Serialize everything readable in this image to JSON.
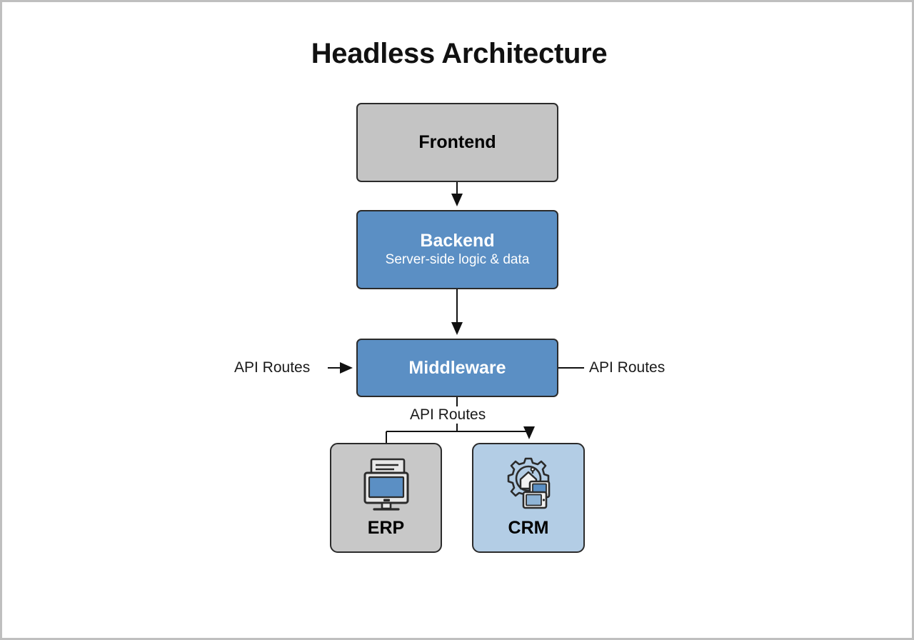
{
  "title": "Headless Architecture",
  "colors": {
    "canvas_border": "#bfbfbf",
    "background": "#ffffff",
    "frontend_fill": "#c4c4c4",
    "backend_fill": "#5b8fc4",
    "middleware_fill": "#5b8fc4",
    "erp_fill": "#c8c8c8",
    "crm_fill": "#b3cde5",
    "node_border": "#2b2b2b",
    "connector": "#111111",
    "icon_screen_blue": "#5b8fc4",
    "text_dark": "#000000",
    "text_light": "#ffffff"
  },
  "nodes": {
    "frontend": {
      "label": "Frontend",
      "subtitle": ""
    },
    "backend": {
      "label": "Backend",
      "subtitle": "Server-side logic & data"
    },
    "middleware": {
      "label": "Middleware",
      "subtitle": ""
    },
    "erp": {
      "label": "ERP",
      "icon": "desktop-monitor-document-icon"
    },
    "crm": {
      "label": "CRM",
      "icon": "gear-home-devices-icon"
    }
  },
  "edge_labels": {
    "left": "API Routes",
    "right": "API Routes",
    "bottom": "API Routes"
  },
  "connectors": [
    {
      "name": "frontend-to-backend",
      "from": "frontend",
      "to": "backend",
      "arrowhead": true
    },
    {
      "name": "backend-to-middleware",
      "from": "backend",
      "to": "middleware",
      "arrowhead": true
    },
    {
      "name": "left-api-routes-to-middleware",
      "from": "label-left",
      "to": "middleware",
      "arrowhead": true
    },
    {
      "name": "middleware-to-right-api-routes",
      "from": "middleware",
      "to": "label-right",
      "arrowhead": false
    },
    {
      "name": "middleware-to-erp",
      "from": "middleware",
      "to": "erp",
      "arrowhead": false
    },
    {
      "name": "middleware-to-crm",
      "from": "middleware",
      "to": "crm",
      "arrowhead": true
    }
  ]
}
